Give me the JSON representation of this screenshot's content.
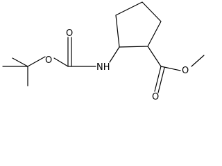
{
  "molecule": {
    "atom_labels": {
      "carbamate_carbonyl_oxygen": "O",
      "carbamate_ester_oxygen": "O",
      "amine_nitrogen": "NH",
      "ester_carbonyl_oxygen": "O",
      "ester_oxygen": "O"
    }
  }
}
